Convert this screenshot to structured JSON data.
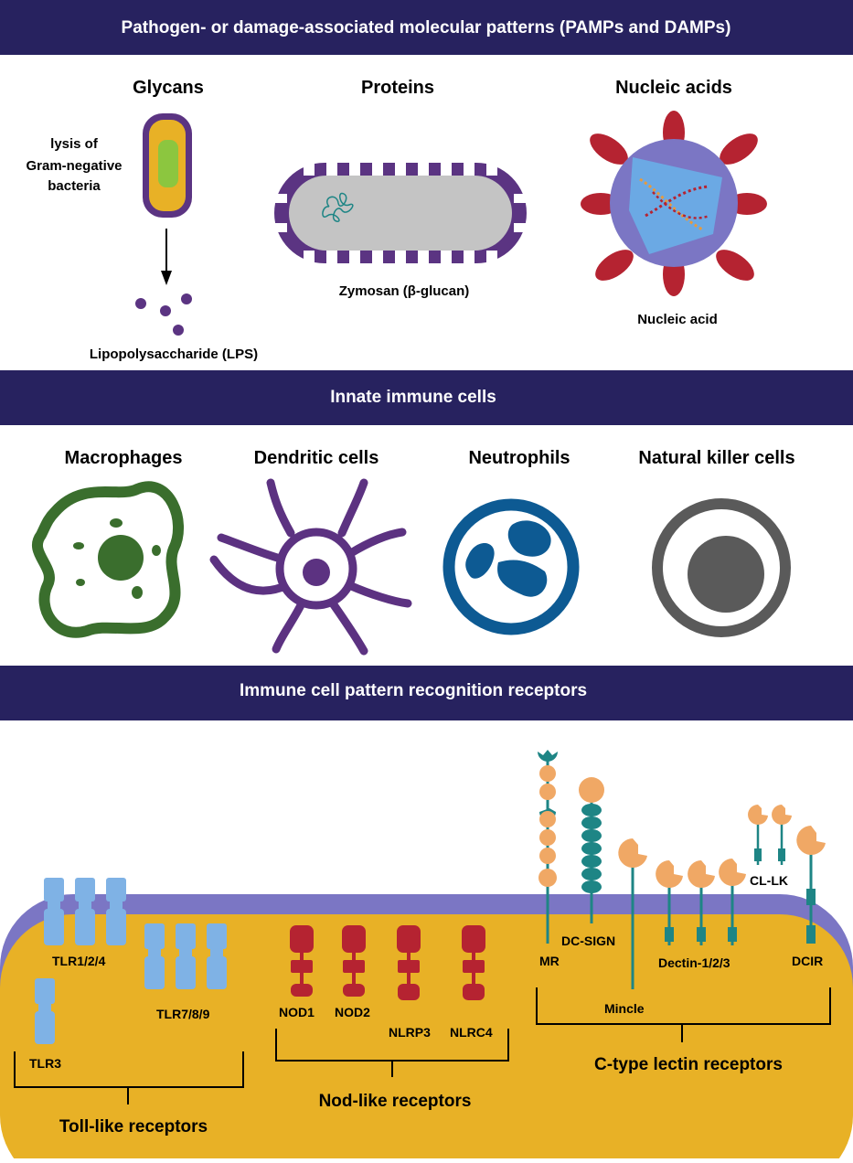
{
  "bands": {
    "patterns": "Pathogen- or damage-associated molecular patterns (PAMPs and DAMPs)",
    "cells": "Innate immune cells",
    "receptors": "Immune cell pattern recognition receptors"
  },
  "patterns": {
    "glycans": {
      "heading": "Glycans",
      "note_lines": [
        "lysis of",
        "Gram-negative",
        "bacteria"
      ],
      "product": "Lipopolysaccharide (LPS)"
    },
    "proteins": {
      "heading": "Proteins",
      "label": "Zymosan (β-glucan)"
    },
    "nucleic": {
      "heading": "Nucleic acids",
      "label": "Nucleic acid"
    }
  },
  "cells": {
    "macrophages": "Macrophages",
    "dendritic": "Dendritic cells",
    "neutrophils": "Neutrophils",
    "nk": "Natural killer cells"
  },
  "receptors": {
    "tlr": {
      "tlr124": "TLR1/2/4",
      "tlr789": "TLR7/8/9",
      "tlr3": "TLR3",
      "group": "Toll-like receptors"
    },
    "nlr": {
      "nod1": "NOD1",
      "nod2": "NOD2",
      "nlrp3": "NLRP3",
      "nlrc4": "NLRC4",
      "group": "Nod-like receptors"
    },
    "clr": {
      "mr": "MR",
      "dcsign": "DC-SIGN",
      "dectin": "Dectin-1/2/3",
      "cllk": "CL-LK",
      "dcir": "DCIR",
      "mincle": "Mincle",
      "group": "C-type lectin receptors"
    }
  },
  "colors": {
    "band": "#27225f",
    "membrane": "#7b76c4",
    "cytoplasm": "#e8b126",
    "tlr": "#7fb2e5",
    "nlr": "#b52331",
    "clr_lectin": "#f0a865",
    "clr_stalk": "#1e8585",
    "macrophage": "#3a6e2d",
    "dendritic": "#5c3281",
    "neutrophil": "#0d5a93",
    "nk": "#5a5a5a",
    "purple": "#5b3482"
  }
}
